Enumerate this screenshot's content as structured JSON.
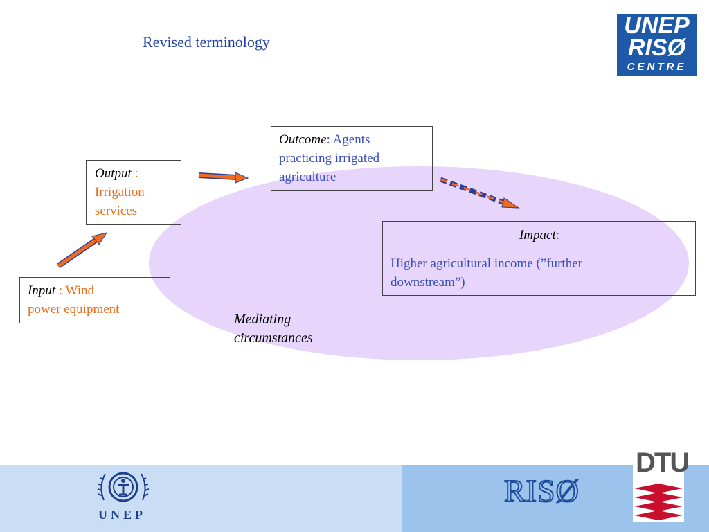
{
  "title": "Revised terminology",
  "mediating": {
    "line1": "Mediating",
    "line2": "circumstances"
  },
  "boxes": {
    "input": {
      "label": "Input",
      "sep": " : ",
      "text1": "Wind",
      "text2": "power equipment"
    },
    "output": {
      "label": "Output",
      "sep": " : ",
      "text1": "Irrigation",
      "text2": "services"
    },
    "outcome": {
      "label": "Outcome",
      "sep": ": ",
      "text1": "Agents",
      "text2": "practicing irrigated",
      "text3": "agriculture"
    },
    "impact": {
      "label": "Impact",
      "sep": ":",
      "text1": "Higher agricultural income (”further",
      "text2": "downstream”)"
    }
  },
  "logos": {
    "unep_riso": {
      "line1": "UNEP",
      "line2": "RISØ",
      "line3": "CENTRE"
    },
    "unep_bottom": "UNEP",
    "riso": "RISØ",
    "dtu": "DTU"
  },
  "colors": {
    "title": "#1f3fa6",
    "orange": "#e8701a",
    "blue_text": "#3a4fb8",
    "ellipse": "#e7d5fb",
    "arrow_fill": "#f26a1b",
    "arrow_stroke": "#2d3f9a",
    "footer_left": "#c9def5",
    "footer_right": "#9cc3ec",
    "dtu_red": "#c8102e"
  }
}
